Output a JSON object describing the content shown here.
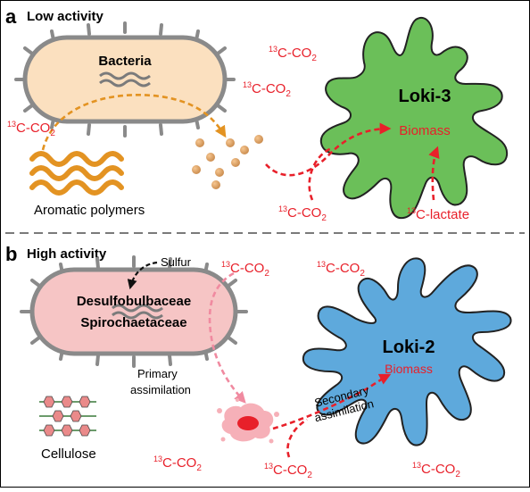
{
  "panels": {
    "a": {
      "letter": "a",
      "heading": "Low activity",
      "bacteria_label": "Bacteria",
      "polymer_label": "Aromatic polymers",
      "organism": "Loki-3",
      "biomass": "Biomass",
      "co2_labels": [
        "CO",
        "CO",
        "CO",
        "CO"
      ],
      "lactate_label": "C-lactate"
    },
    "b": {
      "letter": "b",
      "heading": "High activity",
      "sulfur_label": "Sulfur",
      "taxon_1": "Desulfobulbaceae",
      "taxon_2": "Spirochaetaceae",
      "primary_label": "Primary assimilation",
      "primary_line1": "Primary",
      "primary_line2": "assimilation",
      "secondary_line1": "Secondary",
      "secondary_line2": "assimilation",
      "cellulose_label": "Cellulose",
      "organism": "Loki-2",
      "biomass": "Biomass",
      "co2_labels": [
        "CO",
        "CO",
        "CO",
        "CO",
        "CO"
      ]
    }
  },
  "isotope": {
    "mass": "13",
    "element": "C-",
    "sub": "2"
  },
  "colors": {
    "label_red": "#e8202a",
    "bacteria_fill_a": "#fbe0bf",
    "bacteria_fill_b": "#f6c5c5",
    "cell_wall": "#8a8a8a",
    "loki3_fill": "#6bbf59",
    "loki2_fill": "#5ea9dc",
    "orange_arrow": "#e39322",
    "pink_arrow": "#f08aa0",
    "granule": "#e0a062",
    "cellulose_hex": "#ea8a8a"
  }
}
